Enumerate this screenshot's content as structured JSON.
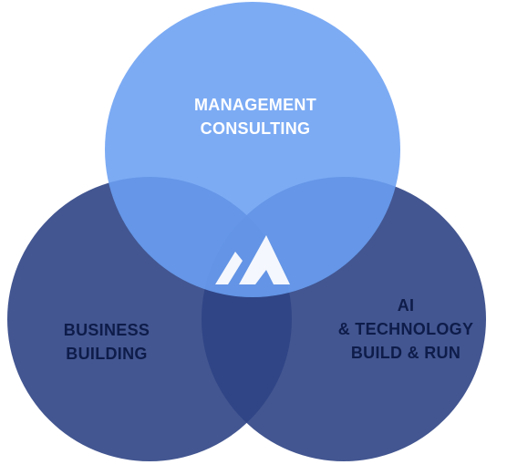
{
  "diagram": {
    "circles": [
      {
        "id": "top",
        "label": "MANAGEMENT\nCONSULTING",
        "color": "#76a6f3"
      },
      {
        "id": "left",
        "label": "BUSINESS\nBUILDING",
        "color": "#2f4485"
      },
      {
        "id": "right",
        "label": "AI\n& TECHNOLOGY\nBUILD & RUN",
        "color": "#2f4485"
      }
    ],
    "center_logo": {
      "icon": "mountain-logo-icon",
      "color": "#f4f7fd"
    }
  },
  "colors": {
    "top_circle": "#76a6f3",
    "bottom_circles": "#2f4485",
    "label_dark": "#0e1c4a",
    "label_light": "#ffffff",
    "background": "#ffffff"
  }
}
